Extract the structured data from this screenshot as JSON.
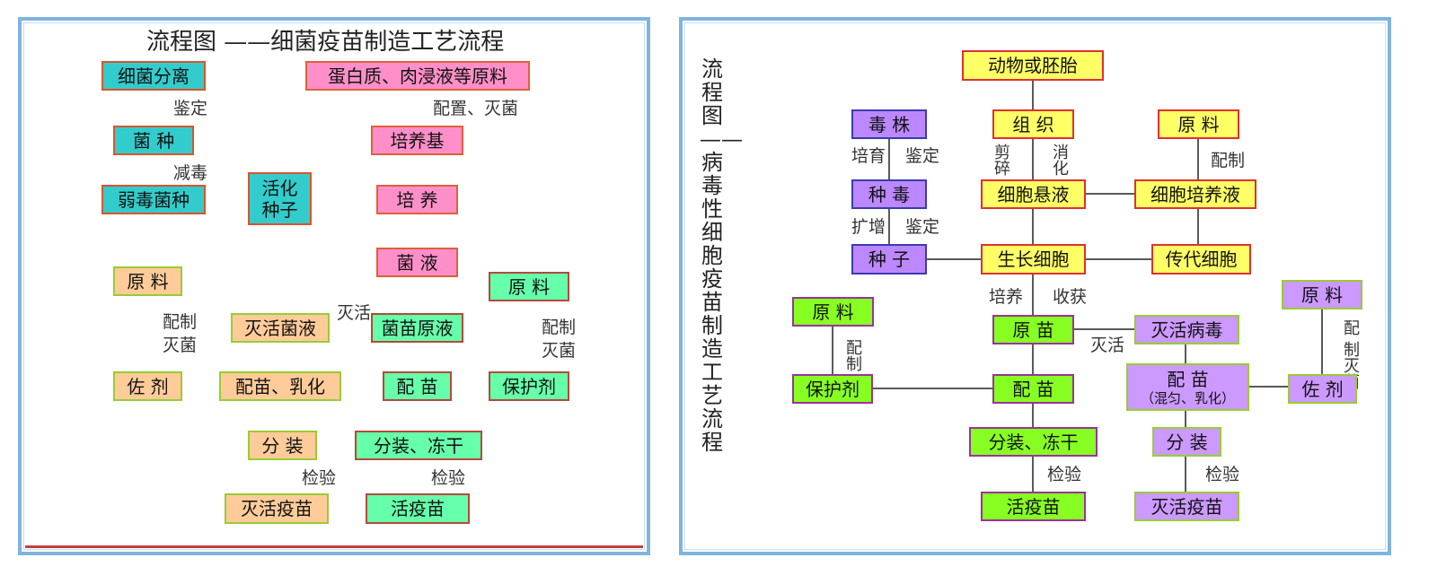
{
  "left": {
    "title": "流程图 ——细菌疫苗制造工艺流程",
    "boxes": {
      "bacteria_sep": "细菌分离",
      "raw_protein": "蛋白质、肉浸液等原料",
      "strain": "菌 种",
      "medium": "培养基",
      "weak_strain": "弱毒菌种",
      "activate_1": "活化",
      "activate_2": "种子",
      "culture": "培 养",
      "bacterial_liquid": "菌 液",
      "raw_left": "原 料",
      "raw_right": "原 料",
      "inactivated_liquid": "灭活菌液",
      "live_stock": "菌苗原液",
      "adjuvant": "佐 剂",
      "mix_emulsify": "配苗、乳化",
      "mix": "配 苗",
      "protectant": "保护剂",
      "pack": "分 装",
      "pack_freeze": "分装、冻干",
      "inactivated_vaccine": "灭活疫苗",
      "live_vaccine": "活疫苗"
    },
    "labels": {
      "identify": "鉴定",
      "prepare_sterilize": "配置、灭菌",
      "attenuate": "减毒",
      "inactivate": "灭活",
      "prep_l1": "配制",
      "prep_l2": "灭菌",
      "prep_r1": "配制",
      "prep_r2": "灭菌",
      "test_1": "检验",
      "test_2": "检验"
    }
  },
  "right": {
    "title": "流程图——病毒性细胞疫苗制造工艺流程",
    "boxes": {
      "animal": "动物或胚胎",
      "virus_strain": "毒 株",
      "tissue": "组 织",
      "raw_top": "原 料",
      "seed_virus": "种 毒",
      "cell_suspension": "细胞悬液",
      "cell_culture_liquid": "细胞培养液",
      "seed": "种 子",
      "growing_cells": "生长细胞",
      "passaged_cells": "传代细胞",
      "raw_left": "原 料",
      "raw_right": "原 料",
      "raw_seedling": "原 苗",
      "inactivated_virus": "灭活病毒",
      "protectant": "保护剂",
      "mix": "配 苗",
      "mix_emulsify_title": "配 苗",
      "mix_emulsify_sub": "（混匀、乳化）",
      "adjuvant": "佐 剂",
      "pack_freeze": "分装、冻干",
      "pack": "分 装",
      "live_vaccine": "活疫苗",
      "inactivated_vaccine": "灭活疫苗"
    },
    "labels": {
      "cultivate": "培育",
      "identify_1": "鉴定",
      "cut": "剪碎",
      "digest": "消化",
      "prepare_top": "配制",
      "amplify": "扩增",
      "identify_2": "鉴定",
      "culture": "培养",
      "harvest": "收获",
      "inactivate": "灭活",
      "prepare_left": "配制",
      "prepare_right": "制灭菌",
      "prepare_right_top": "配",
      "test_1": "检验",
      "test_2": "检验"
    }
  }
}
